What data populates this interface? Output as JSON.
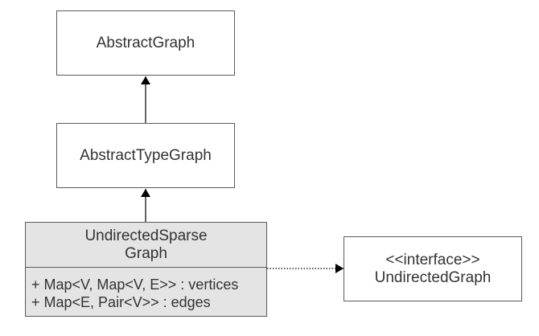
{
  "diagram": {
    "abstract_graph": {
      "name": "AbstractGraph"
    },
    "abstract_type_graph": {
      "name": "AbstractTypeGraph"
    },
    "undirected_sparse_graph": {
      "name_line1": "UndirectedSparse",
      "name_line2": "Graph",
      "attributes": [
        "+ Map<V, Map<V, E>> : vertices",
        "+ Map<E, Pair<V>> : edges"
      ]
    },
    "undirected_graph_interface": {
      "stereotype": "<<interface>>",
      "name": "UndirectedGraph"
    }
  }
}
